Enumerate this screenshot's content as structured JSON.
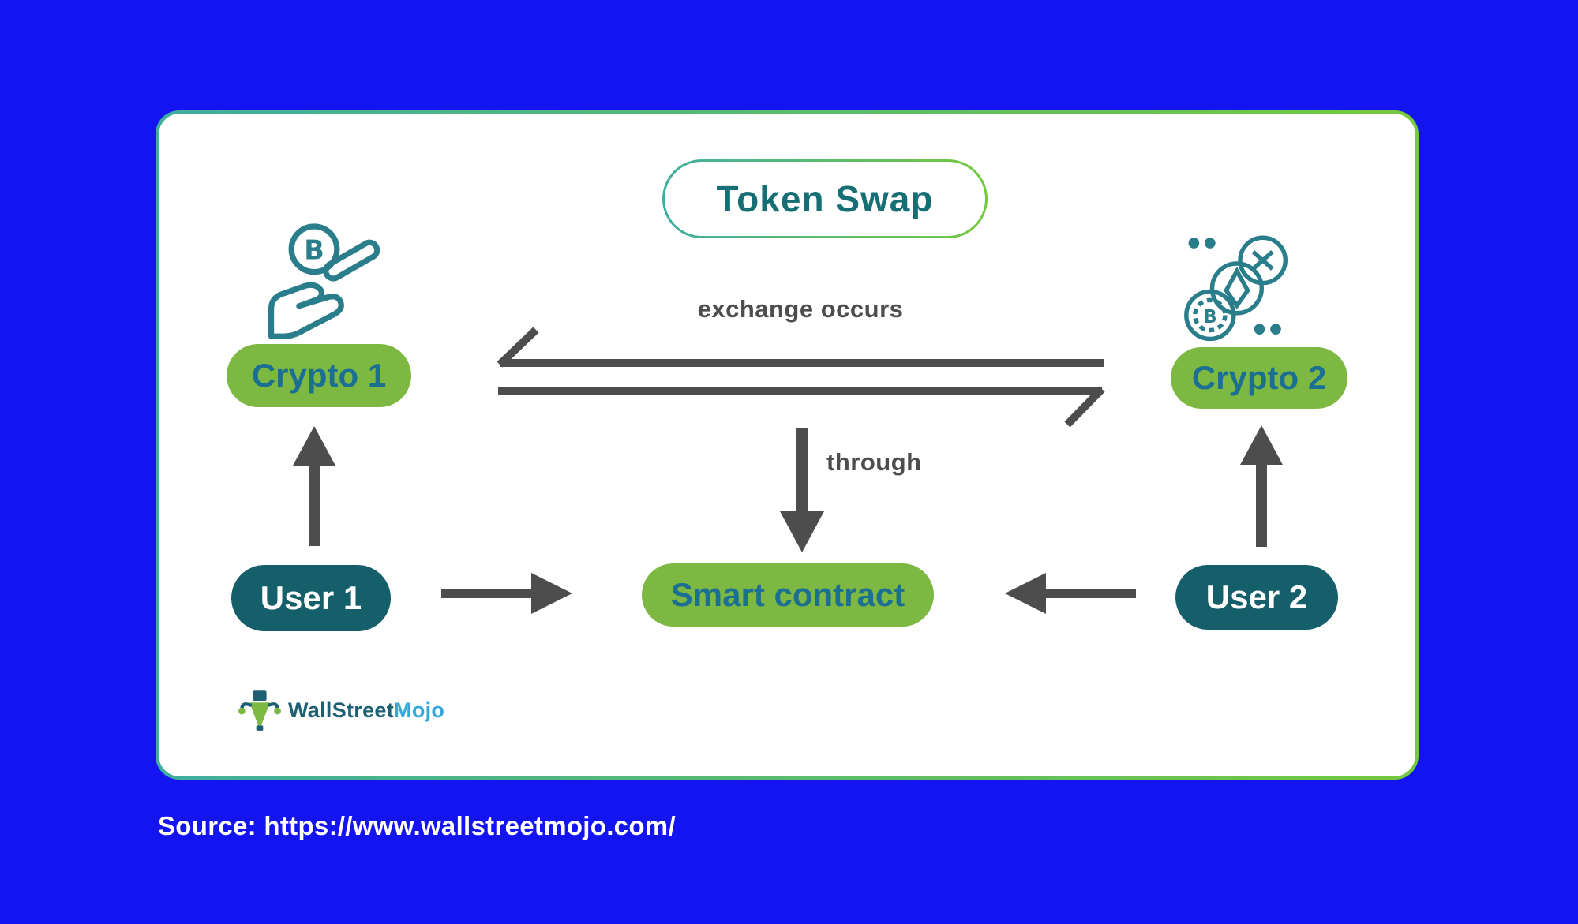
{
  "page": {
    "source_label": "Source: https://www.wallstreetmojo.com/"
  },
  "colors": {
    "background": "#1414f0",
    "card_bg": "#ffffff",
    "border_teal": "#3fae9f",
    "border_green": "#74c93d",
    "pill_green": "#7db843",
    "pill_teal": "#155f6b",
    "text_on_green": "#1b6f93",
    "title_text": "#156f74",
    "arrow": "#4d4d4d",
    "icon": "#2a7d8a",
    "logo_dark": "#1d5f73",
    "logo_light": "#35a7d9",
    "white": "#ffffff"
  },
  "diagram": {
    "title": "Token Swap",
    "exchange_label": "exchange occurs",
    "through_label": "through",
    "nodes": {
      "crypto1": "Crypto 1",
      "crypto2": "Crypto 2",
      "user1": "User 1",
      "user2": "User 2",
      "smart_contract": "Smart contract"
    },
    "icons": {
      "hand_bitcoin": "hand-holding-bitcoin-icon",
      "coins": "crypto-coins-icon"
    },
    "logo": {
      "part1": "WallStreet",
      "part2": "Mojo"
    }
  }
}
